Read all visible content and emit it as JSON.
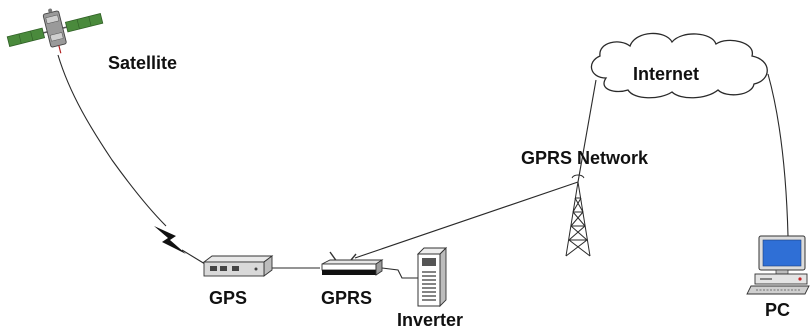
{
  "labels": {
    "satellite": "Satellite",
    "internet": "Internet",
    "gprs_network": "GPRS Network",
    "gps": "GPS",
    "gprs": "GPRS",
    "inverter": "Inverter",
    "pc": "PC"
  },
  "icons": {
    "satellite": "satellite-icon",
    "internet": "cloud-icon",
    "tower": "antenna-tower-icon",
    "lightning": "lightning-bolt-icon",
    "gps": "gps-module-icon",
    "gprs": "gprs-modem-icon",
    "inverter": "inverter-icon",
    "pc": "desktop-computer-icon"
  },
  "colors": {
    "satellite_panel": "#4a8a3c",
    "satellite_body": "#9a9a9a",
    "pc_screen": "#2f6fd6",
    "line": "#2a2a2a",
    "label": "#111111"
  }
}
